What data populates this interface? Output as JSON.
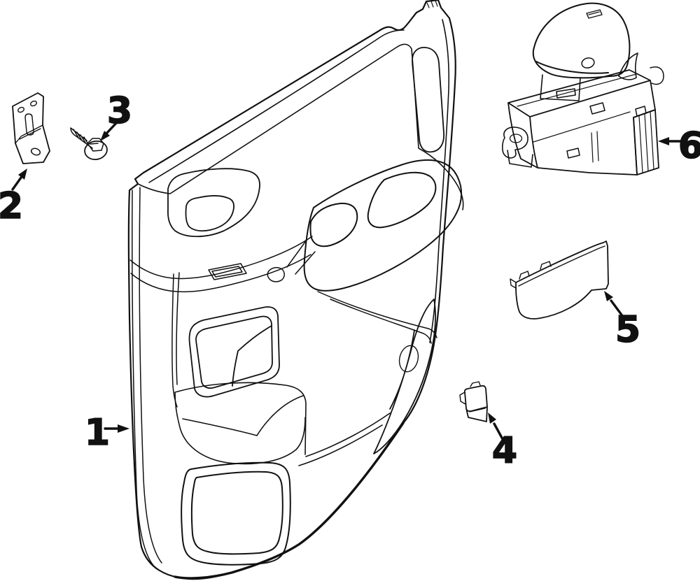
{
  "diagram": {
    "type": "parts-diagram",
    "description": "Black-and-white exploded line-art diagram of a rear door interior trim panel and hardware with numbered callouts",
    "colors": {
      "background": "#ffffff",
      "line": "#111111",
      "label": "#111111"
    },
    "callouts": [
      {
        "label": "1"
      },
      {
        "label": "2"
      },
      {
        "label": "3"
      },
      {
        "label": "4"
      },
      {
        "label": "5"
      },
      {
        "label": "6"
      }
    ]
  }
}
